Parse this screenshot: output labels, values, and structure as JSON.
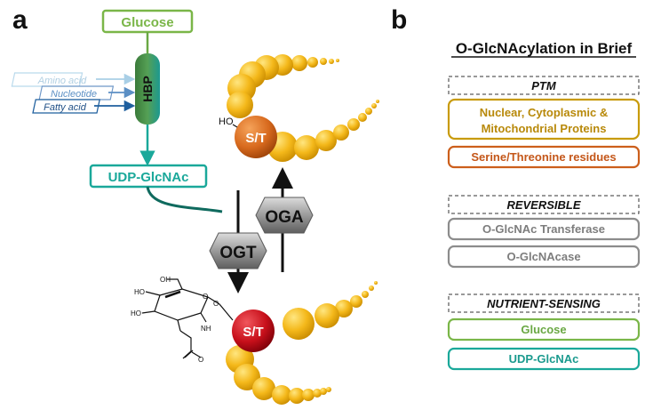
{
  "panel_a": {
    "letter": "a",
    "glucose": "Glucose",
    "hbp": "HBP",
    "inputs": [
      "Amino acid",
      "Nucleotide",
      "Fatty acid"
    ],
    "udp_glcnac": "UDP-GlcNAc",
    "ogt": "OGT",
    "oga": "OGA",
    "st_top": "S/T",
    "ho": "HO",
    "st_bottom": "S/T",
    "sugar": {
      "oh": "OH",
      "ho": "HO",
      "nh": "NH",
      "o": "O"
    }
  },
  "panel_b": {
    "letter": "b",
    "title": "O-GlcNAcylation in Brief",
    "sections": [
      {
        "header": "PTM",
        "items": [
          "Nuclear, Cytoplasmic &",
          "Mitochondrial Proteins",
          "Serine/Threonine residues"
        ]
      },
      {
        "header": "REVERSIBLE",
        "items": [
          "O-GlcNAc Transferase",
          "O-GlcNAcase"
        ]
      },
      {
        "header": "NUTRIENT-SENSING",
        "items": [
          "Glucose",
          "UDP-GlcNAc"
        ]
      }
    ]
  },
  "colors": {
    "green": "#7ab648",
    "teal": "#1aa89a",
    "gold": "#c89b0b",
    "orange": "#cc5f1c",
    "gray": "#8c8c8c",
    "sphere": "#f4b81a",
    "st_top": "#d86a1e",
    "st_bottom": "#c8101b"
  }
}
